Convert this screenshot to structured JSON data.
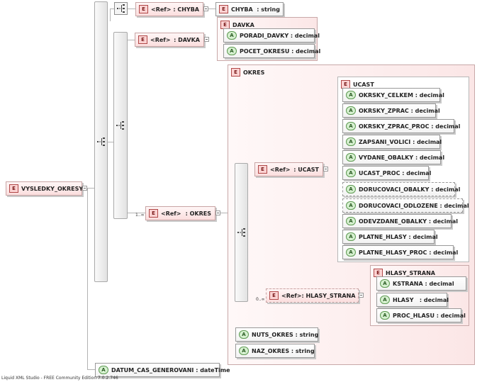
{
  "footer": "Liquid XML Studio - FREE Community Edition 7.0.2.746",
  "labels": {
    "element_badge": "E",
    "attribute_badge": "A",
    "ref": "<Ref>",
    "colon": ":",
    "card_okres": "1..∞",
    "card_hlasy": "0..∞"
  },
  "root": {
    "name": "VYSLEDKY_OKRESY"
  },
  "chyba": {
    "ref_name": "CHYBA",
    "type_name": "CHYBA",
    "type": "string"
  },
  "davka": {
    "ref_name": "DAVKA",
    "group_title": "DAVKA",
    "attributes": [
      {
        "name": "PORADI_DAVKY",
        "type": "decimal"
      },
      {
        "name": "POCET_OKRESU",
        "type": "decimal"
      }
    ]
  },
  "okres": {
    "ref_name": "OKRES",
    "group_title": "OKRES",
    "ucast_ref": "UCAST",
    "ucast_title": "UCAST",
    "ucast_attributes": [
      {
        "name": "OKRSKY_CELKEM",
        "type": "decimal"
      },
      {
        "name": "OKRSKY_ZPRAC",
        "type": "decimal"
      },
      {
        "name": "OKRSKY_ZPRAC_PROC",
        "type": "decimal"
      },
      {
        "name": "ZAPSANI_VOLICI",
        "type": "decimal"
      },
      {
        "name": "VYDANE_OBALKY",
        "type": "decimal"
      },
      {
        "name": "UCAST_PROC",
        "type": "decimal"
      },
      {
        "name": "DORUCOVACI_OBALKY",
        "type": "decimal"
      },
      {
        "name": "DORUCOVACI_ODLOZENE",
        "type": "decimal"
      },
      {
        "name": "ODEVZDANE_OBALKY",
        "type": "decimal"
      },
      {
        "name": "PLATNE_HLASY",
        "type": "decimal"
      },
      {
        "name": "PLATNE_HLASY_PROC",
        "type": "decimal"
      }
    ],
    "hlasy_ref": "HLASY_STRANA",
    "hlasy_title": "HLASY_STRANA",
    "hlasy_attributes": [
      {
        "name": "KSTRANA",
        "type": "decimal"
      },
      {
        "name": "HLASY",
        "type": "decimal"
      },
      {
        "name": "PROC_HLASU",
        "type": "decimal"
      }
    ],
    "attributes": [
      {
        "name": "NUTS_OKRES",
        "type": "string"
      },
      {
        "name": "NAZ_OKRES",
        "type": "string"
      }
    ]
  },
  "root_attributes": [
    {
      "name": "DATUM_CAS_GENEROVANI",
      "type": "dateTime"
    }
  ]
}
